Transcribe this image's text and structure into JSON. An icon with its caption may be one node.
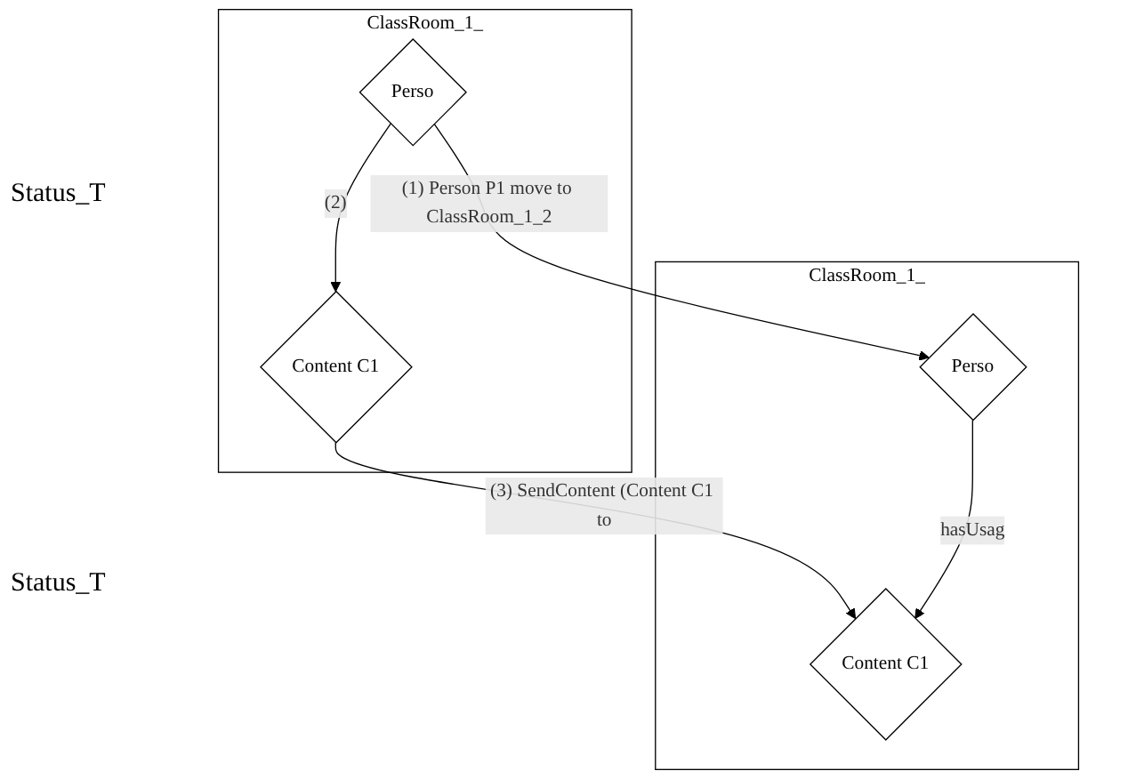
{
  "diagram": {
    "nodes": [
      {
        "text": [
          "ClassRoom_1_"
        ]
      },
      {
        "text": [
          "Perso"
        ],
        "in": 0
      },
      {
        "text": [
          "Content C1"
        ],
        "in": 0
      },
      {
        "text": [
          "ClassRoom_1_"
        ]
      },
      {
        "text": [
          "Perso"
        ],
        "in": 3
      },
      {
        "text": [
          "Content C1"
        ],
        "in": 3
      }
    ],
    "edges": [
      {
        "from": 1,
        "to": 2,
        "arrow": "to",
        "label": "(2)"
      },
      {
        "from": 1,
        "to": 4,
        "arrow": "to",
        "label": "(1) Person P1 move to ClassRoom_1_2"
      },
      {
        "from": 2,
        "to": 5,
        "arrow": "to",
        "label": "(3) SendContent (Content C1 to"
      },
      {
        "from": 4,
        "to": 5,
        "arrow": "to",
        "label": "hasUsag"
      }
    ],
    "labels": [
      "Status_T",
      "Status_T"
    ]
  }
}
